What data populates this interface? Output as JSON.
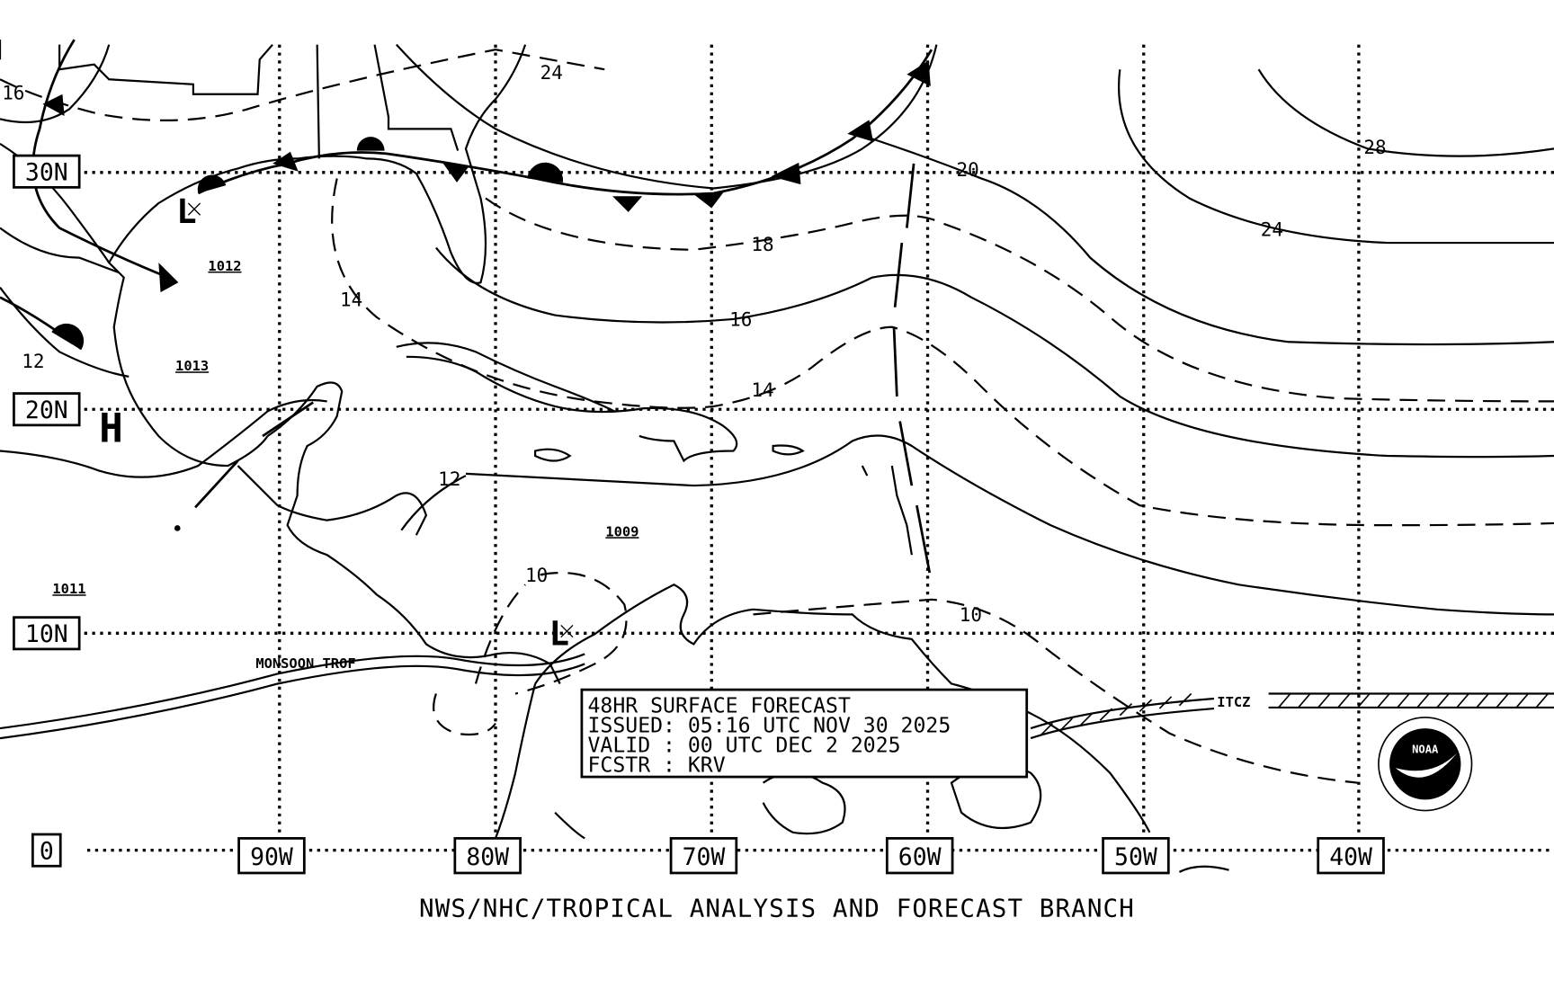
{
  "info_box": {
    "line1": "48HR SURFACE FORECAST",
    "line2": "ISSUED: 05:16 UTC NOV 30 2025",
    "line3": "VALID : 00 UTC DEC 2 2025",
    "line4": "FCSTR : KRV"
  },
  "footer": "NWS/NHC/TROPICAL ANALYSIS AND FORECAST BRANCH",
  "latitude_labels": [
    "30N",
    "20N",
    "10N",
    "0"
  ],
  "longitude_labels": [
    "90W",
    "80W",
    "70W",
    "60W",
    "50W",
    "40W"
  ],
  "isobar_labels": [
    "16",
    "24",
    "20",
    "28",
    "18",
    "24",
    "16",
    "14",
    "14",
    "12",
    "12",
    "10",
    "10"
  ],
  "pressure_values": [
    "1012",
    "1013",
    "1009",
    "1011"
  ],
  "centers": [
    "L",
    "H",
    "L"
  ],
  "features": {
    "monsoon_trough": "MONSOON TROF",
    "itcz": "ITCZ"
  },
  "logo": "NOAA"
}
